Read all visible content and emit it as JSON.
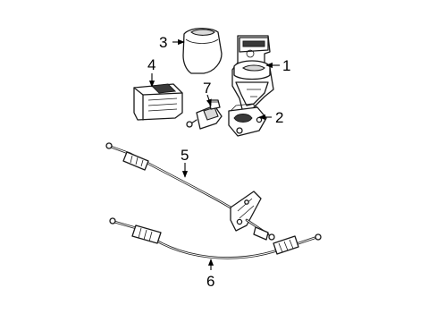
{
  "callouts": {
    "c1": "1",
    "c2": "2",
    "c3": "3",
    "c4": "4",
    "c5": "5",
    "c6": "6",
    "c7": "7"
  },
  "colors": {
    "ink": "#1a1a1a",
    "background": "#ffffff",
    "shade": "#d9d9d9"
  }
}
